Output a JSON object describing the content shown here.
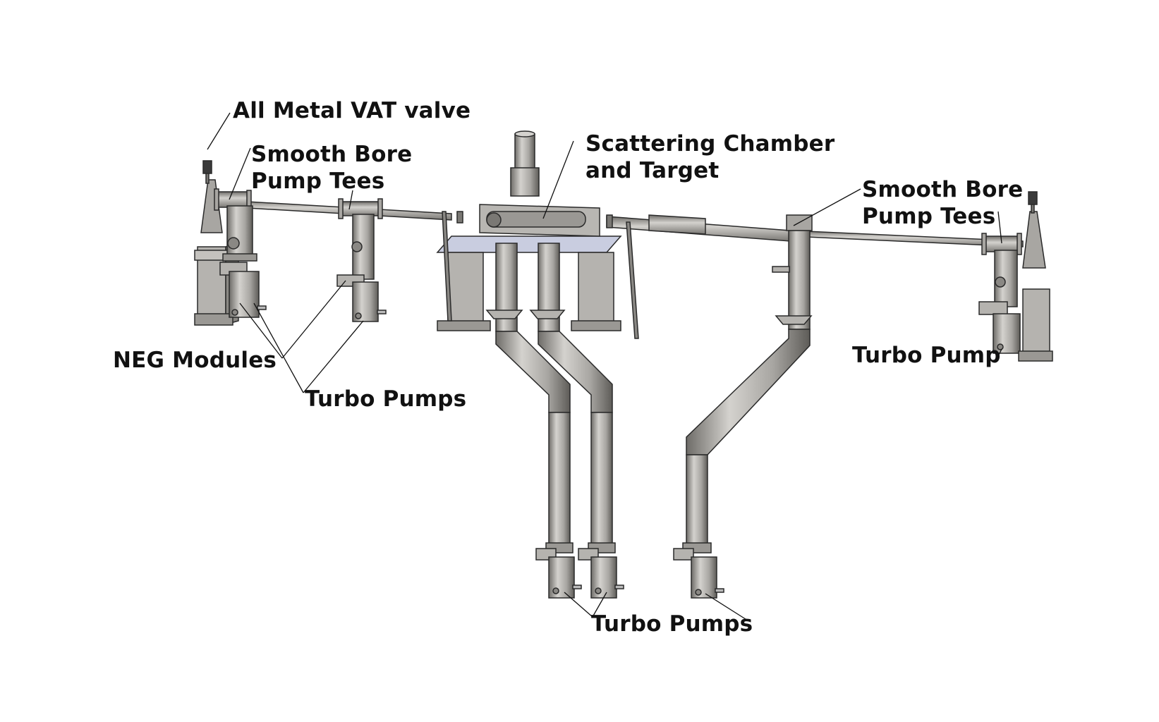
{
  "labels": {
    "vat_valve": "All Metal VAT valve",
    "pump_tees_left": [
      "Smooth Bore",
      "Pump Tees"
    ],
    "scattering_chamber": [
      "Scattering Chamber",
      "and Target"
    ],
    "pump_tees_right": [
      "Smooth Bore",
      "Pump Tees"
    ],
    "neg_modules": "NEG Modules",
    "turbo_pumps_left": "Turbo Pumps",
    "turbo_pump_right": "Turbo Pump",
    "turbo_pumps_bottom": "Turbo Pumps"
  },
  "colors": {
    "metal_fill": "#a8a6a2",
    "metal_dark": "#6e6c68",
    "metal_light": "#d4d2ce",
    "outline": "#2a2a2a",
    "plate": "#c9cde0",
    "valve_knob": "#3a3a3a"
  }
}
